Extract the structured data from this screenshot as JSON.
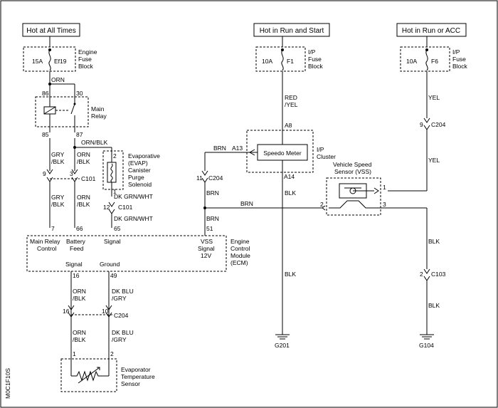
{
  "power_sources": {
    "hot_at_all_times": "Hot at All Times",
    "hot_in_run_and_start": "Hot in Run and Start",
    "hot_in_run_or_acc": "Hot in Run or ACC"
  },
  "fuses": {
    "ef19": {
      "rating": "15A",
      "name": "Ef19",
      "block_line1": "Engine",
      "block_line2": "Fuse",
      "block_line3": "Block"
    },
    "f1": {
      "rating": "10A",
      "name": "F1",
      "block_line1": "I/P",
      "block_line2": "Fuse",
      "block_line3": "Block"
    },
    "f6": {
      "rating": "10A",
      "name": "F6",
      "block_line1": "I/P",
      "block_line2": "Fuse",
      "block_line3": "Block"
    }
  },
  "main_relay": {
    "label_line1": "Main",
    "label_line2": "Relay",
    "pin_86": "86",
    "pin_30": "30",
    "pin_85": "85",
    "pin_87": "87"
  },
  "evap": {
    "line1": "Evaporative",
    "line2": "(EVAP)",
    "line3": "Canister",
    "line4": "Purge",
    "line5": "Solenoid",
    "pin1": "1",
    "pin2": "2"
  },
  "wires": {
    "orn": "ORN",
    "orn_blk_top": "ORN/BLK",
    "gry_line1": "GRY",
    "gry_line2": "/BLK",
    "orn_line1": "ORN",
    "orn_line2": "/BLK",
    "dkgrn_wht": "DK GRN/WHT",
    "red_line1": "RED",
    "red_line2": "/YEL",
    "yel": "YEL",
    "brn": "BRN",
    "blk": "BLK",
    "dkblu_line1": "DK BLU",
    "dkblu_line2": "/GRY"
  },
  "connectors": {
    "c101": "C101",
    "c204": "C204",
    "c103": "C103",
    "pin_9": "9",
    "pin_3": "3",
    "pin_12": "12",
    "pin_11": "11",
    "pin_16": "16",
    "pin_10": "10",
    "pin_2": "2",
    "pin_a8": "A8",
    "pin_a13": "A13",
    "pin_a14": "A14"
  },
  "ecm": {
    "pin_7": "7",
    "pin_66": "66",
    "pin_65": "65",
    "pin_51": "51",
    "pin_16": "16",
    "pin_49": "49",
    "main_relay_line1": "Main Relay",
    "main_relay_line2": "Control",
    "battery_line1": "Battery",
    "battery_line2": "Feed",
    "signal": "Signal",
    "vss_line1": "VSS",
    "vss_line2": "Signal",
    "vss_line3": "12V",
    "name_line1": "Engine",
    "name_line2": "Control",
    "name_line3": "Module",
    "name_line4": "(ECM)",
    "bottom_signal": "Signal",
    "bottom_ground": "Ground"
  },
  "cluster": {
    "speedo": "Speedo Meter",
    "ip_line1": "I/P",
    "ip_line2": "Cluster"
  },
  "vss_sensor": {
    "line1": "Vehicle Speed",
    "line2": "Sensor (VSS)",
    "pin1": "1",
    "pin2": "2",
    "pin3": "3"
  },
  "evap_temp": {
    "line1": "Evaporator",
    "line2": "Temperature",
    "line3": "Sensor",
    "pin1": "1",
    "pin2": "2"
  },
  "grounds": {
    "g201": "G201",
    "g104": "G104"
  },
  "figure_id": "M0C1F10S"
}
